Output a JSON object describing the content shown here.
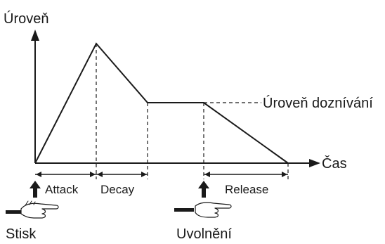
{
  "diagram": {
    "y_axis_label": "Úroveň",
    "x_axis_label": "Čas",
    "sustain_label": "Úroveň doznívání",
    "phases": {
      "attack": "Attack",
      "decay": "Decay",
      "release": "Release"
    },
    "press_label": "Stisk",
    "release_key_label": "Uvolnění"
  }
}
